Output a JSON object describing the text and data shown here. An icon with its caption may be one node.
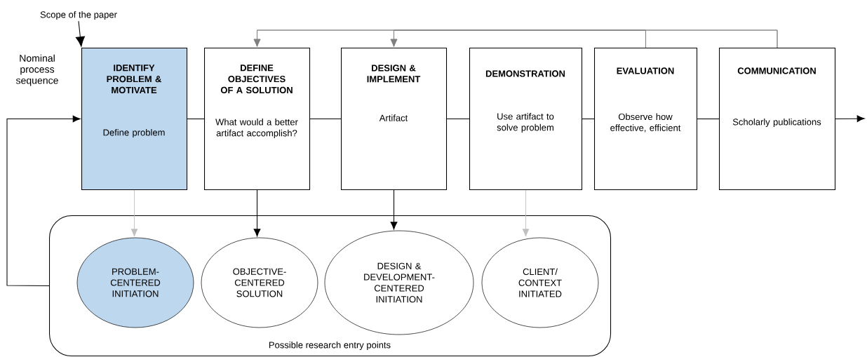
{
  "diagram": {
    "nodes": [
      {
        "text": [
          "Scope of the paper"
        ]
      },
      {
        "text": [
          "IDENTIFY PROBLEM & MOTIVATE",
          "Define problem"
        ]
      },
      {
        "text": [
          "DEFINE OBJECTIVES OF A SOLUTION",
          "What would a better artifact accomplish?"
        ]
      },
      {
        "text": [
          "DESIGN & IMPLEMENT",
          "Artifact"
        ]
      },
      {
        "text": [
          "DEMONSTRATION",
          "Use artifact to solve problem"
        ]
      },
      {
        "text": [
          "EVALUATION",
          "Observe how effective, efficient"
        ]
      },
      {
        "text": [
          "COMMUNICATION",
          "Scholarly publications"
        ]
      },
      {
        "text": [
          "Possible research entry points"
        ]
      },
      {
        "text": [
          "PROBLEM-CENTERED INITIATION"
        ],
        "in": 7
      },
      {
        "text": [
          "OBJECTIVE-CENTERED SOLUTION"
        ],
        "in": 7
      },
      {
        "text": [
          "DESIGN & DEVELOPMENT-CENTERED INITIATION"
        ],
        "in": 7
      },
      {
        "text": [
          "CLIENT/ CONTEXT INITIATED"
        ],
        "in": 7
      }
    ],
    "edges": [
      {
        "from": 0,
        "to": 1,
        "arrow": "to"
      },
      {
        "from": 7,
        "to": 1,
        "arrow": "to",
        "label": "Nominal process sequence"
      },
      {
        "from": 1,
        "to": 2,
        "arrow": "none"
      },
      {
        "from": 2,
        "to": 3,
        "arrow": "none"
      },
      {
        "from": 3,
        "to": 4,
        "arrow": "none"
      },
      {
        "from": 4,
        "to": 5,
        "arrow": "none"
      },
      {
        "from": 5,
        "to": 6,
        "arrow": "none"
      },
      {
        "from": 6,
        "to": null,
        "arrow": "to"
      },
      {
        "from": 5,
        "to": 2,
        "arrow": "to",
        "color": "#808080"
      },
      {
        "from": 5,
        "to": 3,
        "arrow": "to",
        "color": "#808080"
      },
      {
        "from": 6,
        "to": 2,
        "arrow": "to",
        "color": "#808080"
      },
      {
        "from": 6,
        "to": 3,
        "arrow": "to",
        "color": "#808080"
      },
      {
        "from": 1,
        "to": 8,
        "arrow": "to",
        "color": "#bfbfbf"
      },
      {
        "from": 2,
        "to": 9,
        "arrow": "to"
      },
      {
        "from": 3,
        "to": 10,
        "arrow": "to"
      },
      {
        "from": 4,
        "to": 11,
        "arrow": "to",
        "color": "#bfbfbf"
      }
    ]
  }
}
